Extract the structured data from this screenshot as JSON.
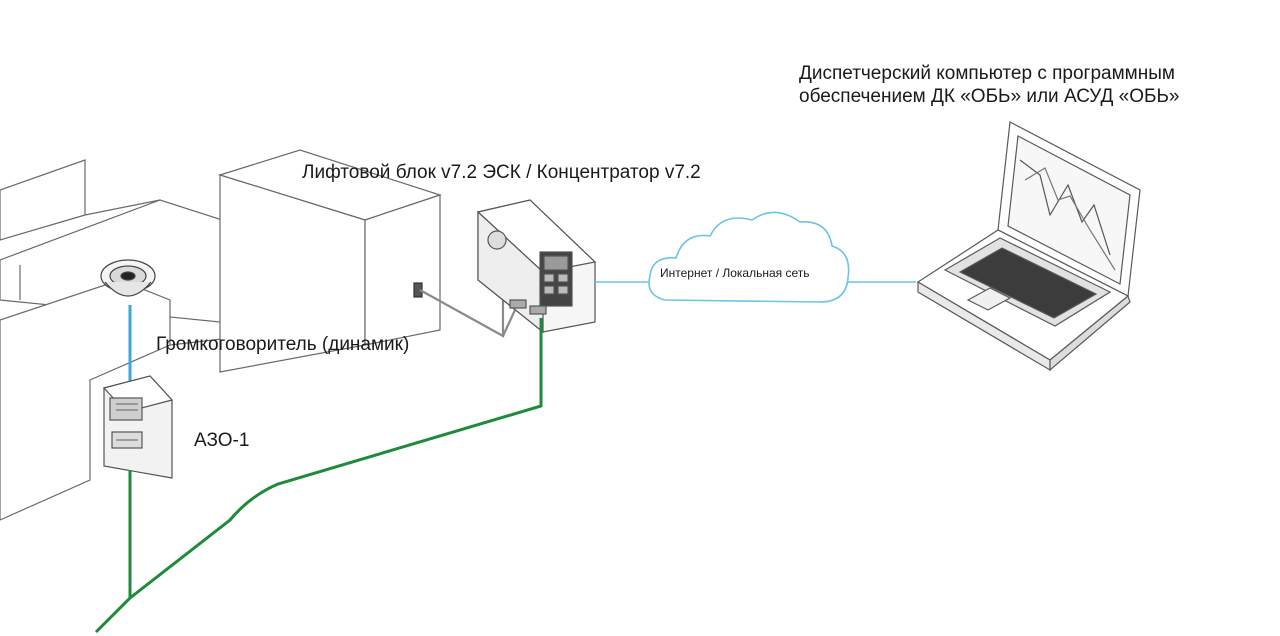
{
  "labels": {
    "dispatcher_line1": "Диспетчерский компьютер с программным",
    "dispatcher_line2": "обеспечением ДК «ОБЬ» или АСУД «ОБЬ»",
    "lift_block": "Лифтовой блок v7.2 ЭСК / Концентратор v7.2",
    "network": "Интернет / Локальная сеть",
    "speaker": "Громкоговоритель (динамик)",
    "azo": "АЗО-1"
  },
  "colors": {
    "line_blue": "#3ea7d9",
    "line_green": "#1f8a3a",
    "line_gray": "#8a8a8a",
    "cloud": "#6cc4e6",
    "outline": "#6a6a6a"
  },
  "icons": [
    "building-icon",
    "lift-machine-room-icon",
    "speaker-icon",
    "azo-device-icon",
    "lift-block-device-icon",
    "cloud-icon",
    "laptop-icon"
  ]
}
